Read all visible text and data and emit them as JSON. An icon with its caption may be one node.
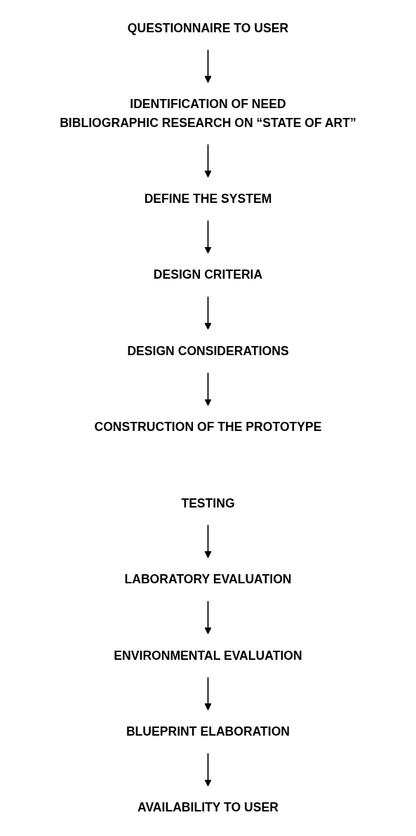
{
  "diagram": {
    "nodes": [
      {
        "text": [
          "QUESTIONNAIRE TO USER"
        ]
      },
      {
        "text": [
          "IDENTIFICATION OF NEED",
          "BIBLIOGRAPHIC RESEARCH ON “STATE OF ART”"
        ]
      },
      {
        "text": [
          "DEFINE THE SYSTEM"
        ]
      },
      {
        "text": [
          "DESIGN CRITERIA"
        ]
      },
      {
        "text": [
          "DESIGN CONSIDERATIONS"
        ]
      },
      {
        "text": [
          "CONSTRUCTION OF THE PROTOTYPE"
        ]
      },
      {
        "text": [
          "TESTING"
        ]
      },
      {
        "text": [
          "LABORATORY EVALUATION"
        ]
      },
      {
        "text": [
          "ENVIRONMENTAL EVALUATION"
        ]
      },
      {
        "text": [
          "BLUEPRINT ELABORATION"
        ]
      },
      {
        "text": [
          "AVAILABILITY TO USER"
        ]
      }
    ],
    "edges": [
      {
        "from": 0,
        "to": 1,
        "arrow": "to"
      },
      {
        "from": 1,
        "to": 2,
        "arrow": "to"
      },
      {
        "from": 2,
        "to": 3,
        "arrow": "to"
      },
      {
        "from": 3,
        "to": 4,
        "arrow": "to"
      },
      {
        "from": 4,
        "to": 5,
        "arrow": "to"
      },
      {
        "from": 6,
        "to": 7,
        "arrow": "to"
      },
      {
        "from": 7,
        "to": 8,
        "arrow": "to"
      },
      {
        "from": 8,
        "to": 9,
        "arrow": "to"
      },
      {
        "from": 9,
        "to": 10,
        "arrow": "to"
      }
    ]
  }
}
